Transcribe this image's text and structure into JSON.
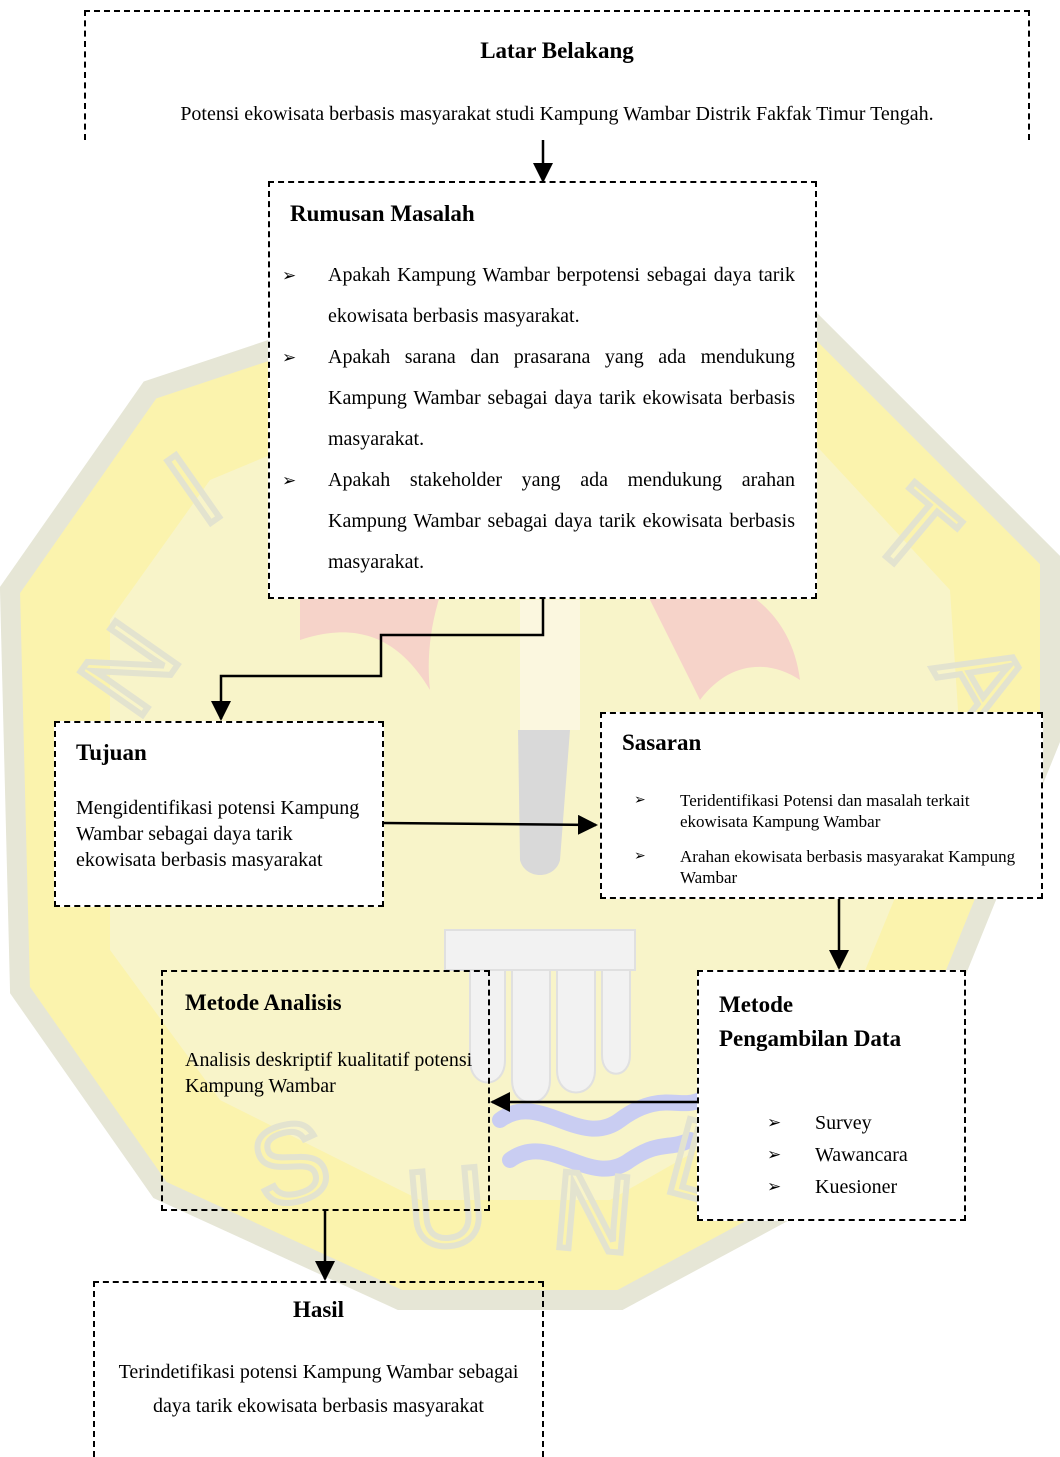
{
  "watermark": {
    "letters": [
      "N",
      "I",
      "T",
      "A",
      "S",
      "U",
      "N",
      "D"
    ],
    "colors": {
      "seal": "#f8f4c9",
      "ring": "#fbf3ad",
      "letter": "#e3e3cf",
      "flame": "#f6d3c9",
      "waves": "#c9cdf2",
      "blade": "#d9d9d9",
      "teeth": "#f2f2f2"
    }
  },
  "boxes": {
    "latar": {
      "title": "Latar Belakang",
      "text": "Potensi ekowisata berbasis masyarakat studi Kampung Wambar Distrik Fakfak Timur Tengah."
    },
    "rumusan": {
      "title": "Rumusan Masalah",
      "items": [
        "Apakah Kampung Wambar berpotensi sebagai daya tarik ekowisata berbasis masyarakat.",
        "Apakah sarana dan prasarana yang ada mendukung Kampung Wambar sebagai daya tarik ekowisata berbasis masyarakat.",
        "Apakah stakeholder yang ada mendukung arahan Kampung Wambar sebagai daya tarik ekowisata berbasis masyarakat."
      ]
    },
    "tujuan": {
      "title": "Tujuan",
      "text": "Mengidentifikasi potensi Kampung Wambar sebagai daya tarik ekowisata berbasis masyarakat"
    },
    "sasaran": {
      "title": "Sasaran",
      "items": [
        "Teridentifikasi Potensi dan masalah terkait ekowisata Kampung Wambar",
        "Arahan ekowisata berbasis masyarakat Kampung Wambar"
      ]
    },
    "analisis": {
      "title": "Metode Analisis",
      "text": "Analisis deskriptif kualitatif potensi Kampung Wambar"
    },
    "pengambilan": {
      "title_line1": "Metode",
      "title_line2": "Pengambilan Data",
      "items": [
        "Survey",
        "Wawancara",
        "Kuesioner"
      ]
    },
    "hasil": {
      "title": "Hasil",
      "text": "Terindetifikasi potensi Kampung Wambar sebagai daya tarik ekowisata berbasis masyarakat"
    }
  },
  "bullet_glyph": "➢",
  "line_color": "#000000"
}
